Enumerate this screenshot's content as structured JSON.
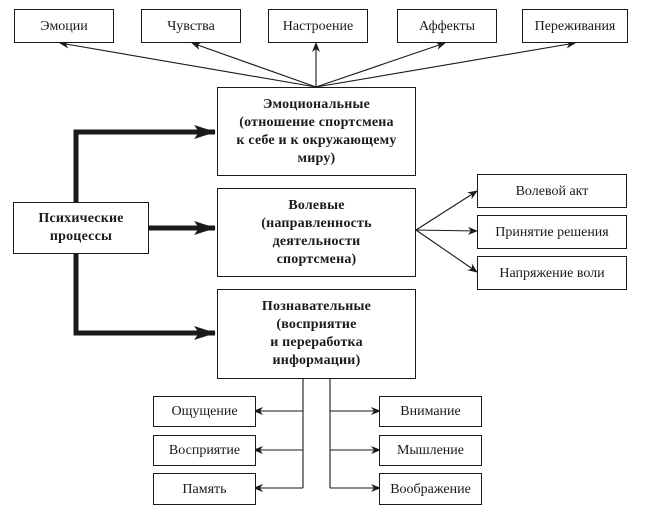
{
  "diagram": {
    "root": {
      "id": "root",
      "lines": [
        "Психические",
        "процессы"
      ]
    },
    "categories": [
      {
        "id": "emotional",
        "lines": [
          "Эмоциональные",
          "(отношение спортсмена",
          "к себе и к окружающему",
          "миру)"
        ]
      },
      {
        "id": "volitional",
        "lines": [
          "Волевые",
          "(направленность",
          "деятельности",
          "спортсмена)"
        ]
      },
      {
        "id": "cognitive",
        "lines": [
          "Познавательные",
          "(восприятие",
          "и переработка",
          "информации)"
        ]
      }
    ],
    "emotional_children": [
      "Эмоции",
      "Чувства",
      "Настроение",
      "Аффекты",
      "Переживания"
    ],
    "volitional_children": [
      "Волевой акт",
      "Принятие решения",
      "Напряжение воли"
    ],
    "cognitive_children_left": [
      "Ощущение",
      "Восприятие",
      "Память"
    ],
    "cognitive_children_right": [
      "Внимание",
      "Мышление",
      "Воображение"
    ],
    "edges": [
      {
        "from": "root",
        "to": "emotional",
        "style": "thick"
      },
      {
        "from": "root",
        "to": "volitional",
        "style": "thick"
      },
      {
        "from": "root",
        "to": "cognitive",
        "style": "thick"
      },
      {
        "from": "emotional",
        "to": "Эмоции",
        "style": "thin"
      },
      {
        "from": "emotional",
        "to": "Чувства",
        "style": "thin"
      },
      {
        "from": "emotional",
        "to": "Настроение",
        "style": "thin"
      },
      {
        "from": "emotional",
        "to": "Аффекты",
        "style": "thin"
      },
      {
        "from": "emotional",
        "to": "Переживания",
        "style": "thin"
      },
      {
        "from": "volitional",
        "to": "Волевой акт",
        "style": "thin"
      },
      {
        "from": "volitional",
        "to": "Принятие решения",
        "style": "thin"
      },
      {
        "from": "volitional",
        "to": "Напряжение воли",
        "style": "thin"
      },
      {
        "from": "cognitive",
        "to": "Ощущение",
        "style": "thin"
      },
      {
        "from": "cognitive",
        "to": "Восприятие",
        "style": "thin"
      },
      {
        "from": "cognitive",
        "to": "Память",
        "style": "thin"
      },
      {
        "from": "cognitive",
        "to": "Внимание",
        "style": "thin"
      },
      {
        "from": "cognitive",
        "to": "Мышление",
        "style": "thin"
      },
      {
        "from": "cognitive",
        "to": "Воображение",
        "style": "thin"
      }
    ],
    "colors": {
      "line": "#1a1a1a",
      "background": "#ffffff"
    }
  }
}
